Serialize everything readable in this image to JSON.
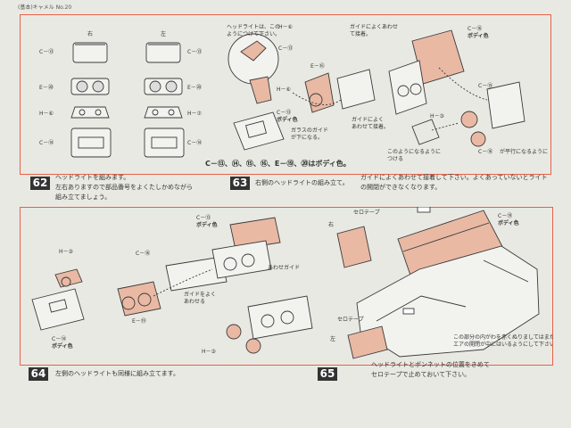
{
  "running_header": "(基本)キャメル No.20",
  "colors": {
    "frame": "#e8624a",
    "part_fill": "#e9b9a4",
    "ink": "#3a3a3a"
  },
  "upper": {
    "labels": {
      "r": "右",
      "l": "左",
      "c13a": "C－⑬",
      "c13b": "C－⑬",
      "e20a": "E－⑳",
      "e20b": "E－⑳",
      "h6a": "H－⑥",
      "h7b": "H－⑦",
      "c14a": "C－⑭",
      "c14b": "C－⑭",
      "note_head": "ヘッドライトは、この",
      "note_head2": "ようにつけて下さい。",
      "h6c": "H－⑥",
      "c13c": "C－⑬",
      "e16": "E－⑯",
      "h6d": "H－⑥",
      "c13d": "C－⑬",
      "body_color": "ボディ色",
      "lens_note": "ガラスのガイド",
      "lens_note2": "が下になる。",
      "guide_mid": "ガイドによく",
      "guide_mid2": "あわせて接着。",
      "guide_top": "ガイドによくあわせ",
      "guide_top2": "て接着。",
      "c16": "C－⑯",
      "body_color2": "ボディ色",
      "c15": "C－⑮",
      "h3": "H－③",
      "bottom_note": "このようになるように",
      "bottom_note2": "つける",
      "c16b": "C－⑯",
      "parallel": "が平行になるように",
      "body_note": "C－⑬、⑭、⑮、⑯、E－⑲、⑳はボディ色。"
    }
  },
  "step62": {
    "num": "62",
    "l1": "ヘッドライトを組みます。",
    "l2": "左右ありますので部品番号をよくたしかめながら",
    "l3": "組み立てましょう。"
  },
  "step63": {
    "num": "63",
    "l1": "右側のヘッドライトの組み立て。",
    "l2": "ガイドによくあわせて接着して下さい。よくあっていないとライトの開閉ができなくなります。"
  },
  "lower": {
    "labels": {
      "c13": "C－⑬",
      "body_color": "ボディ色",
      "c16": "C－⑯",
      "match_guide": "あわせガイド",
      "h3a": "H－③",
      "guide": "ガイドをよく",
      "guide2": "あわせる",
      "e19": "E－⑲",
      "c14": "C－⑭",
      "body_color2": "ボディ色",
      "h3b": "H－③",
      "right": "右",
      "left": "左",
      "tape": "セロテープ",
      "tape2": "セロテープ",
      "c19": "C－⑲",
      "body_color3": "ボディ色",
      "paint_note": "この部分の内がわを赤くぬりましてはまた",
      "paint_note2": "エアの開閉が中にはいるようにして下さい。"
    }
  },
  "step64": {
    "num": "64",
    "l1": "左側のヘッドライトも同様に組み立てます。"
  },
  "step65": {
    "num": "65",
    "l1": "ヘッドライトとボンネットの位置をきめて",
    "l2": "セロテープで止めておいて下さい。"
  }
}
